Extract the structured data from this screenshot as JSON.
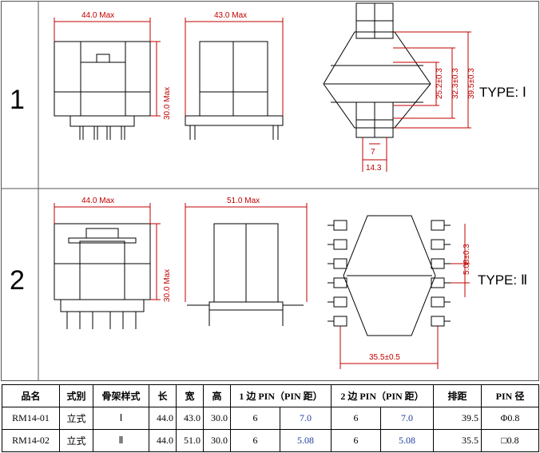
{
  "rows": [
    {
      "number": "1",
      "type_label": "TYPE: Ⅰ",
      "dims": {
        "front_w": "44.0 Max",
        "front_h": "30.0 Max",
        "side_w": "43.0 Max",
        "d1": "25.2±0.3",
        "d2": "32.3±0.3",
        "d3": "39.5±0.3",
        "d4": "7",
        "d5": "14.3"
      }
    },
    {
      "number": "2",
      "type_label": "TYPE: Ⅱ",
      "dims": {
        "front_w": "44.0 Max",
        "front_h": "30.0 Max",
        "side_w": "51.0 Max",
        "d1": "5.08±0.3",
        "d2": "35.5±0.5"
      }
    }
  ],
  "table": {
    "headers": [
      "品名",
      "式别",
      "骨架样式",
      "长",
      "宽",
      "高",
      "1 边 PIN（PIN 距）",
      "2 边 PIN（PIN 距）",
      "排距",
      "PIN 径"
    ],
    "rows": [
      [
        "RM14-01",
        "立式",
        "Ⅰ",
        "44.0",
        "43.0",
        "30.0",
        "6",
        "7.0",
        "6",
        "7.0",
        "39.5",
        "Φ0.8"
      ],
      [
        "RM14-02",
        "立式",
        "Ⅱ",
        "44.0",
        "51.0",
        "30.0",
        "6",
        "5.08",
        "6",
        "5.08",
        "35.5",
        "□0.8"
      ]
    ]
  },
  "colors": {
    "dimension": "#c00000",
    "blue_value": "#1f3f9f",
    "line": "#000000"
  }
}
